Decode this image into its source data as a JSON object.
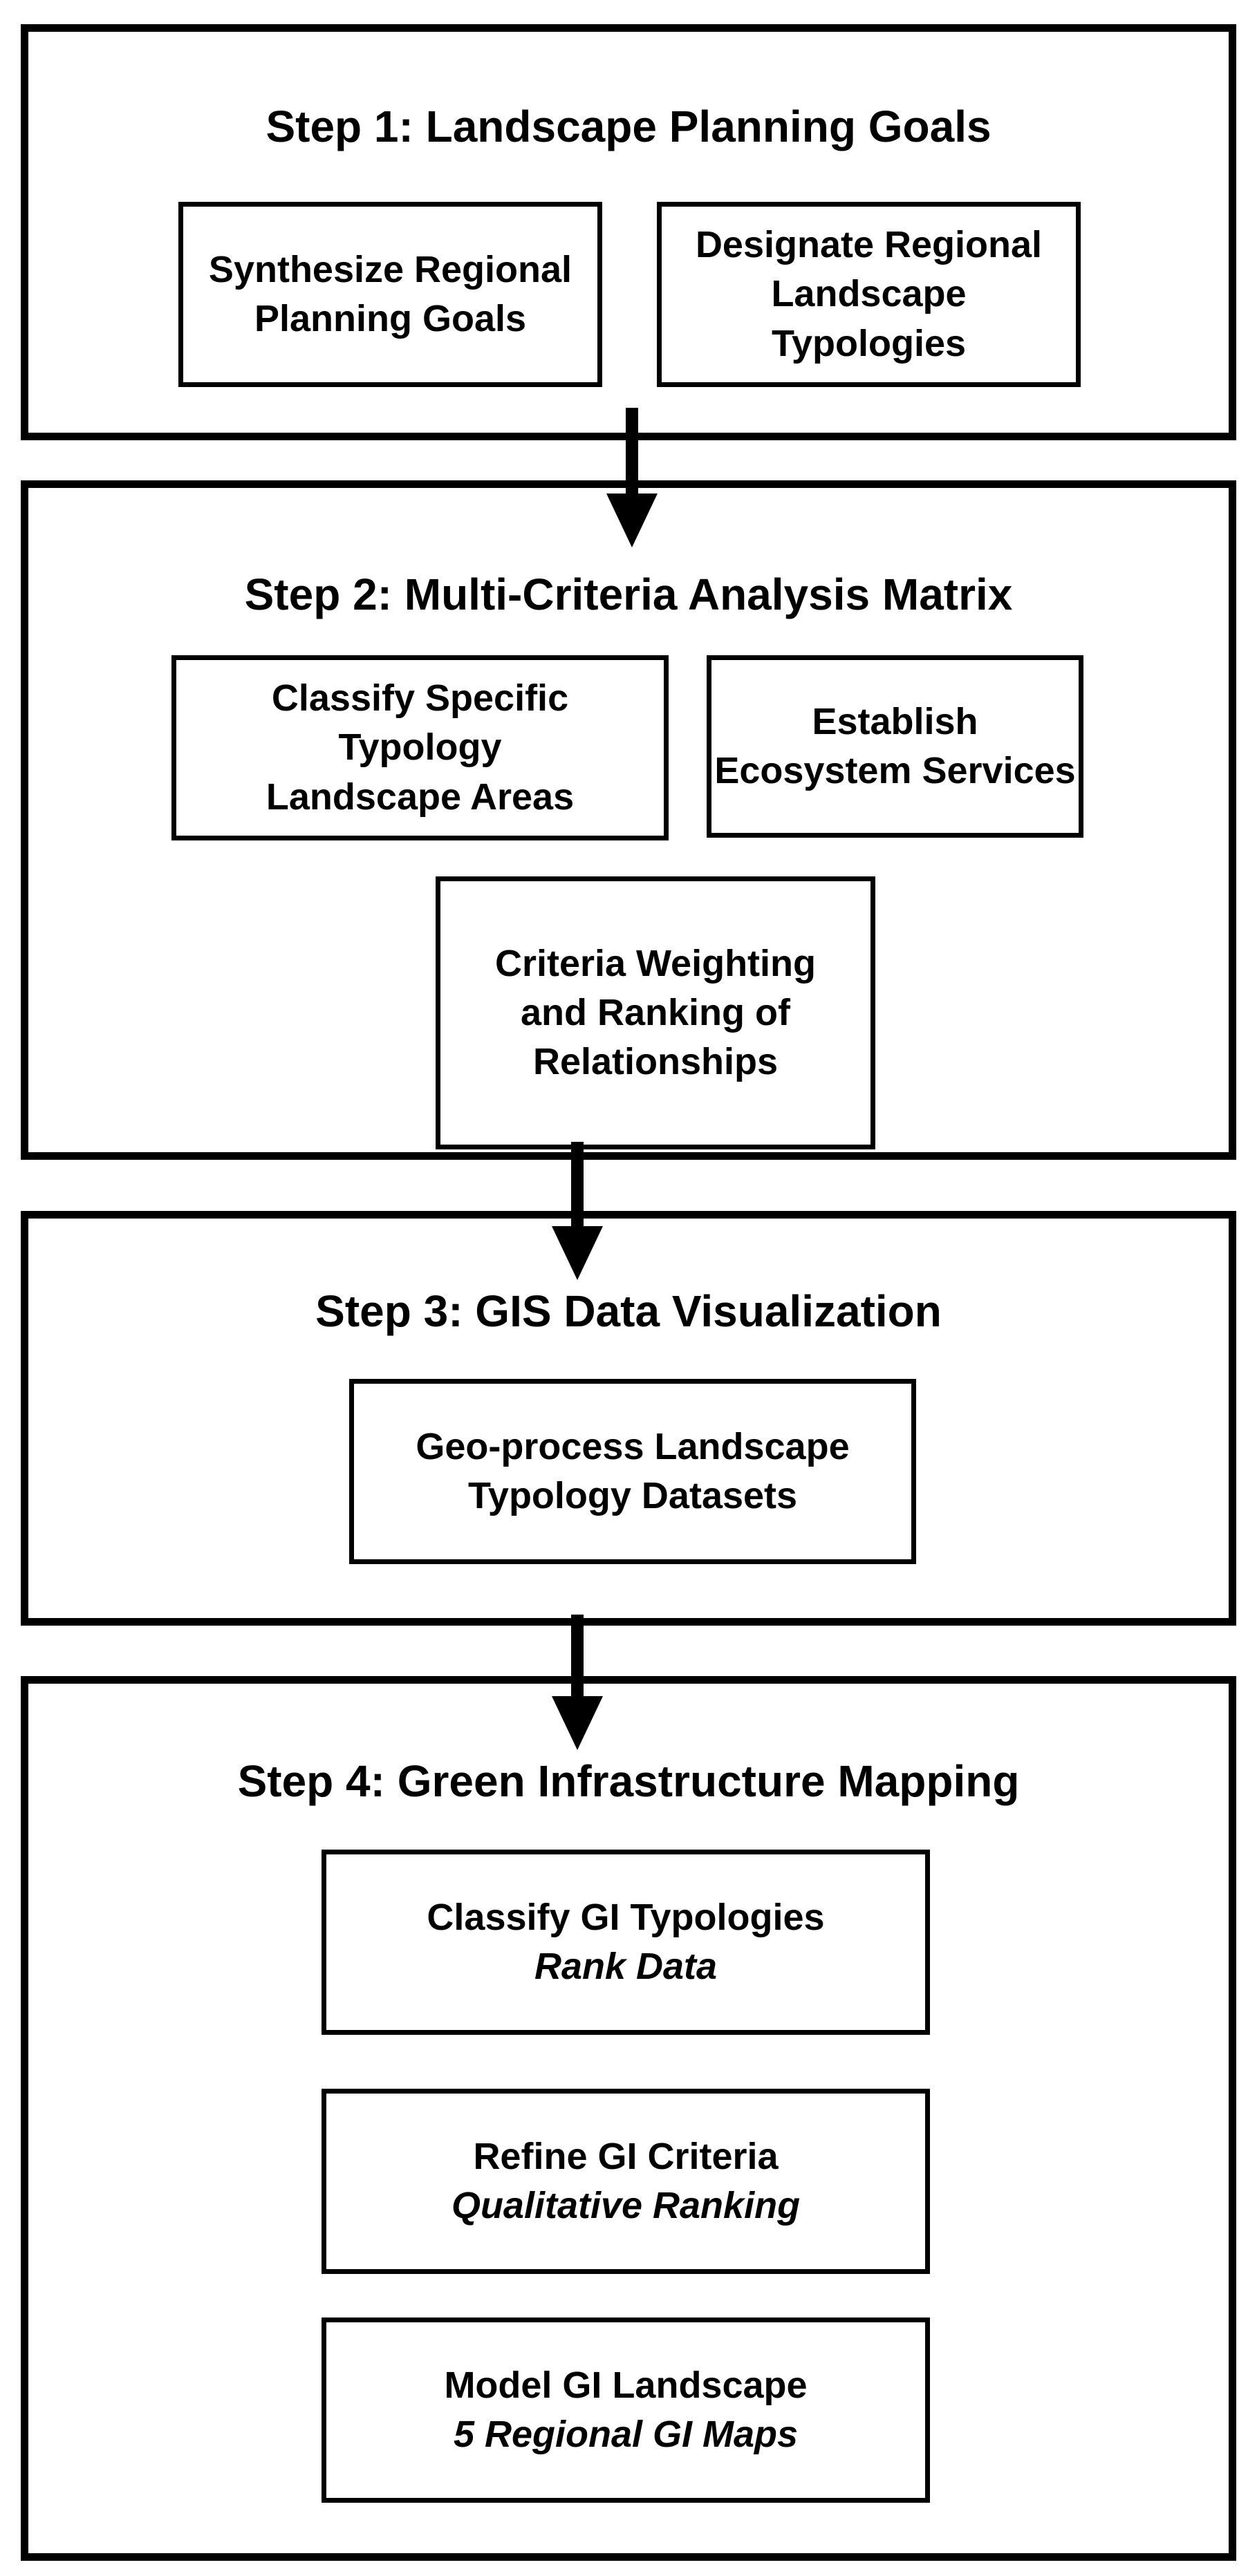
{
  "diagram": {
    "colors": {
      "stroke": "#000000",
      "background": "#ffffff"
    },
    "sections": [
      {
        "title": "Step 1: Landscape Planning Goals",
        "boxes": [
          {
            "line1": "Synthesize Regional",
            "line2": "Planning Goals"
          },
          {
            "line1": "Designate Regional",
            "line2": "Landscape",
            "line3": "Typologies"
          }
        ]
      },
      {
        "title": "Step 2: Multi-Criteria Analysis Matrix",
        "boxes": [
          {
            "line1": "Classify Specific",
            "line2": "Typology",
            "line3": "Landscape Areas"
          },
          {
            "line1": "Establish",
            "line2": "Ecosystem Services"
          },
          {
            "line1": "Criteria Weighting",
            "line2": "and Ranking of",
            "line3": "Relationships"
          }
        ]
      },
      {
        "title": "Step 3: GIS Data Visualization",
        "boxes": [
          {
            "line1": "Geo-process Landscape",
            "line2": "Typology Datasets"
          }
        ]
      },
      {
        "title": "Step 4: Green Infrastructure Mapping",
        "boxes": [
          {
            "line1": "Classify GI Typologies",
            "line2_italic": "Rank Data"
          },
          {
            "line1": "Refine GI Criteria",
            "line2_italic": "Qualitative Ranking"
          },
          {
            "line1": "Model GI Landscape",
            "line2_italic": "5 Regional GI Maps"
          }
        ]
      }
    ],
    "connectors": [
      {
        "icon": "down-arrow-icon",
        "from": "step-1",
        "to": "step-2"
      },
      {
        "icon": "down-arrow-icon",
        "from": "step-2",
        "to": "step-3"
      },
      {
        "icon": "down-arrow-icon",
        "from": "step-3",
        "to": "step-4"
      }
    ]
  }
}
